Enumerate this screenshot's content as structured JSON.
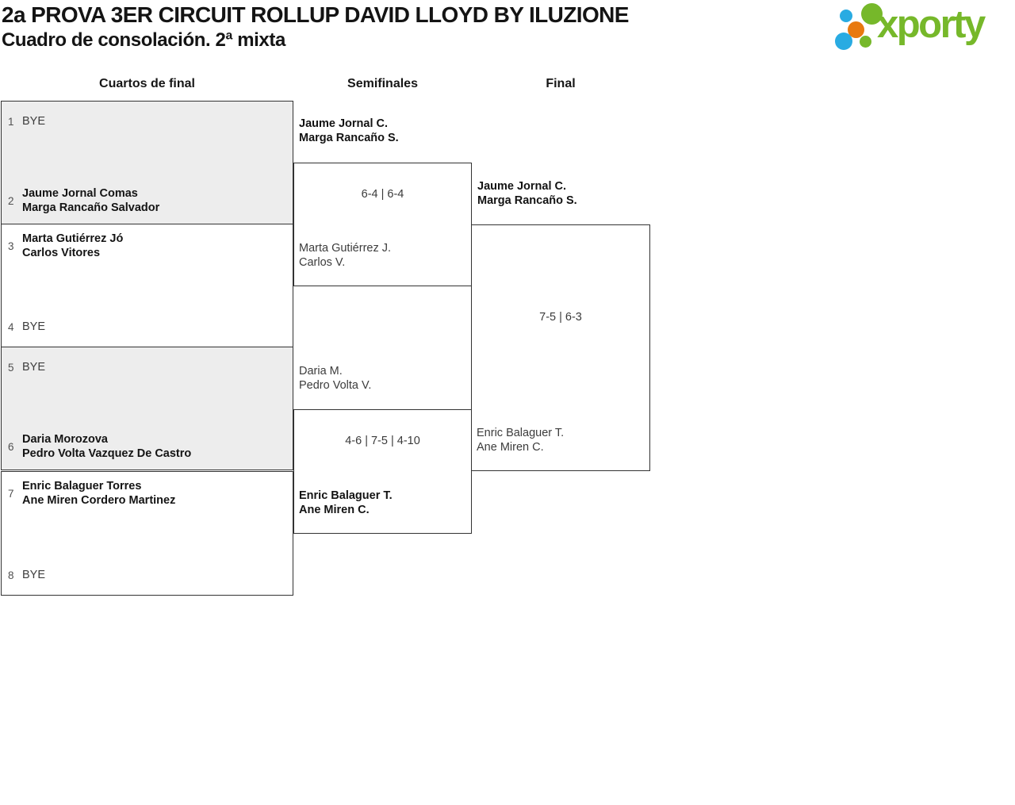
{
  "header": {
    "title": "2a PROVA 3ER CIRCUIT ROLLUP DAVID LLOYD BY ILUZIONE",
    "subtitle": "Cuadro de consolación. 2ª mixta",
    "logo_text": "xporty"
  },
  "colors": {
    "brand_green": "#76b82a",
    "brand_blue": "#29abe2",
    "brand_orange": "#e8790f",
    "shaded_match_bg": "#ededed",
    "border": "#333333"
  },
  "rounds": [
    {
      "label": "Cuartos de final"
    },
    {
      "label": "Semifinales"
    },
    {
      "label": "Final"
    }
  ],
  "quarterfinals": [
    {
      "top": {
        "seed": "1",
        "bye": true,
        "label": "BYE"
      },
      "bottom": {
        "seed": "2",
        "player1": "Jaume Jornal Comas",
        "player2": "Marga Rancaño Salvador"
      }
    },
    {
      "top": {
        "seed": "3",
        "player1": "Marta Gutiérrez Jó",
        "player2": "Carlos Vitores"
      },
      "bottom": {
        "seed": "4",
        "bye": true,
        "label": "BYE"
      }
    },
    {
      "top": {
        "seed": "5",
        "bye": true,
        "label": "BYE"
      },
      "bottom": {
        "seed": "6",
        "player1": "Daria Morozova",
        "player2": "Pedro Volta Vazquez De Castro"
      }
    },
    {
      "top": {
        "seed": "7",
        "player1": "Enric Balaguer Torres",
        "player2": "Ane Miren Cordero Martinez"
      },
      "bottom": {
        "seed": "8",
        "bye": true,
        "label": "BYE"
      }
    }
  ],
  "semifinals": [
    {
      "top": {
        "player1": "Jaume Jornal C.",
        "player2": "Marga Rancaño S.",
        "winner": true
      },
      "score": "6-4 | 6-4",
      "bottom": {
        "player1": "Marta Gutiérrez J.",
        "player2": "Carlos V.",
        "winner": false
      }
    },
    {
      "top": {
        "player1": "Daria M.",
        "player2": "Pedro Volta V.",
        "winner": false
      },
      "score": "4-6 | 7-5 | 4-10",
      "bottom": {
        "player1": "Enric Balaguer T.",
        "player2": "Ane Miren C.",
        "winner": true
      }
    }
  ],
  "final": {
    "top": {
      "player1": "Jaume Jornal C.",
      "player2": "Marga Rancaño S.",
      "winner": true
    },
    "score": "7-5 | 6-3",
    "bottom": {
      "player1": "Enric Balaguer T.",
      "player2": "Ane Miren C.",
      "winner": false
    }
  }
}
